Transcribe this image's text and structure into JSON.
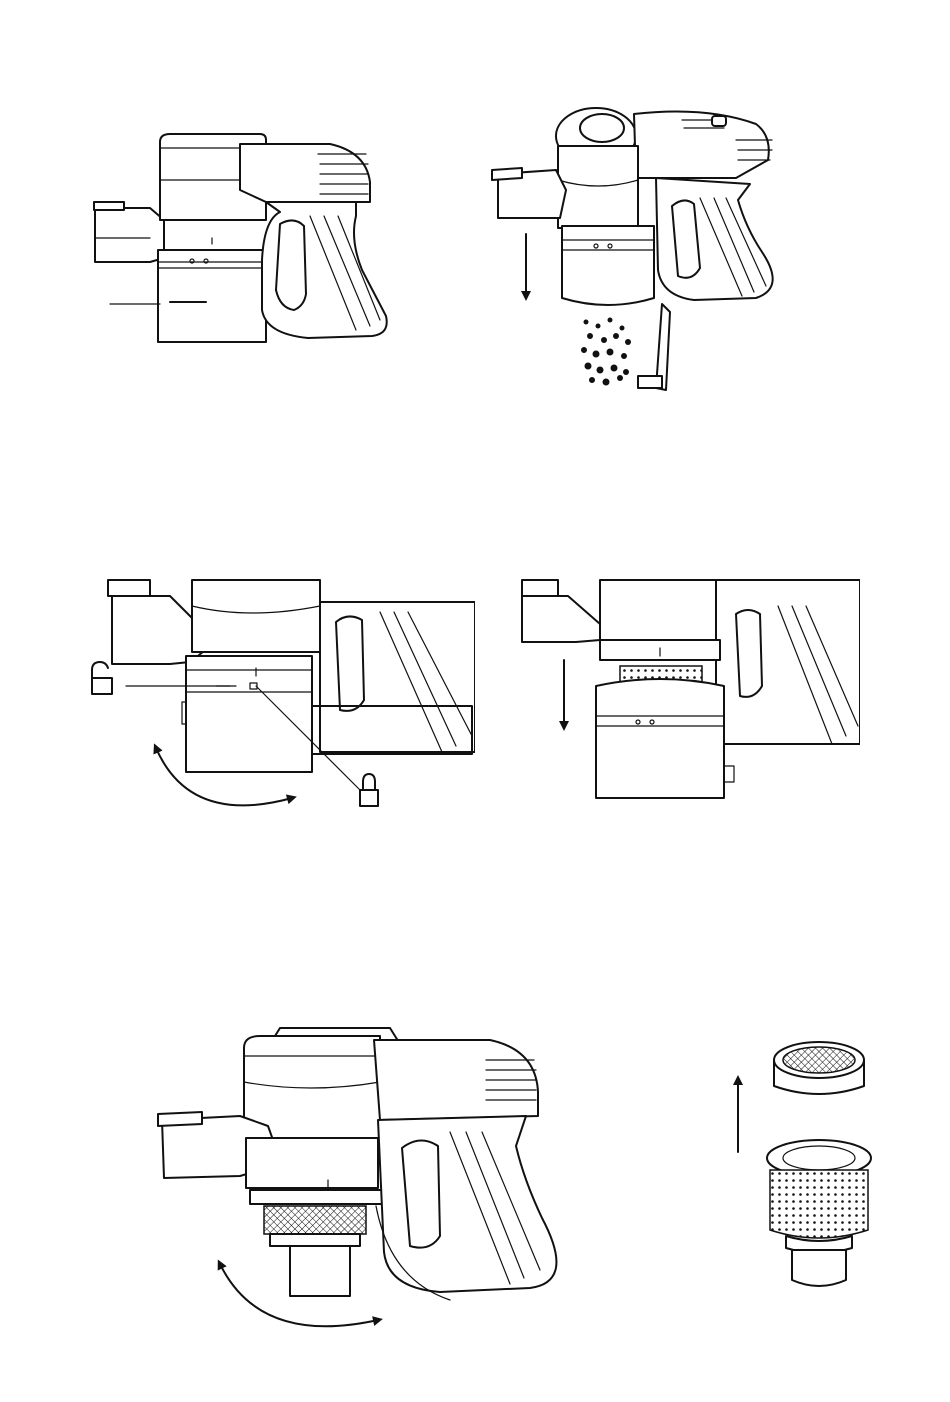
{
  "figure": {
    "panels": [
      {
        "id": "1",
        "description_name": "vacuum-side-view"
      },
      {
        "id": "2",
        "description_name": "empty-dust-bin"
      },
      {
        "id": "3",
        "description_name": "twist-unlock-bin"
      },
      {
        "id": "4",
        "description_name": "remove-bin"
      },
      {
        "id": "5",
        "description_name": "twist-remove-filter"
      },
      {
        "id": "6",
        "description_name": "separate-filter"
      }
    ],
    "icons": {
      "unlock": "unlock-icon",
      "lock": "lock-icon",
      "arrow_down": "arrow-down-icon",
      "arrow_up": "arrow-up-icon",
      "rotate": "rotate-arrow-icon"
    },
    "colors": {
      "line": "#111111",
      "background": "#ffffff"
    }
  }
}
